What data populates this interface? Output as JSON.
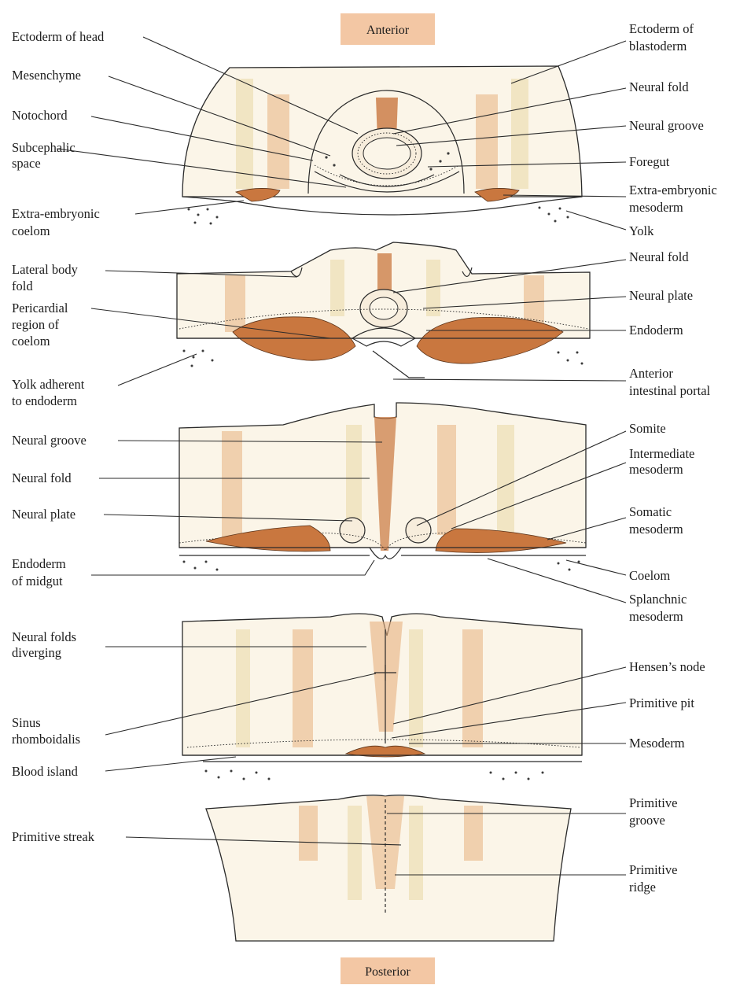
{
  "orientation": {
    "top": "Anterior",
    "bottom": "Posterior"
  },
  "panels": [
    {
      "left": [
        {
          "lines": [
            "Ectoderm of head"
          ]
        },
        {
          "lines": [
            "Mesenchyme"
          ]
        },
        {
          "lines": [
            "Notochord"
          ]
        },
        {
          "lines": [
            "Subcephalic",
            "space"
          ]
        },
        {
          "lines": [
            "Extra-embryonic",
            "coelom"
          ]
        }
      ],
      "right": [
        {
          "lines": [
            "Ectoderm of",
            "blastoderm"
          ]
        },
        {
          "lines": [
            "Neural fold"
          ]
        },
        {
          "lines": [
            "Neural groove"
          ]
        },
        {
          "lines": [
            "Foregut"
          ]
        },
        {
          "lines": [
            "Extra-embryonic",
            "mesoderm"
          ]
        },
        {
          "lines": [
            "Yolk"
          ]
        }
      ]
    },
    {
      "left": [
        {
          "lines": [
            "Lateral body",
            "fold"
          ]
        },
        {
          "lines": [
            "Pericardial",
            "region of",
            "coelom"
          ]
        },
        {
          "lines": [
            "Yolk adherent",
            "to endoderm"
          ]
        }
      ],
      "right": [
        {
          "lines": [
            "Neural fold"
          ]
        },
        {
          "lines": [
            "Neural plate"
          ]
        },
        {
          "lines": [
            "Endoderm"
          ]
        },
        {
          "lines": [
            "Anterior",
            "intestinal portal"
          ]
        }
      ]
    },
    {
      "left": [
        {
          "lines": [
            "Neural groove"
          ]
        },
        {
          "lines": [
            "Neural fold"
          ]
        },
        {
          "lines": [
            "Neural plate"
          ]
        },
        {
          "lines": [
            "Endoderm",
            "of midgut"
          ]
        }
      ],
      "right": [
        {
          "lines": [
            "Somite"
          ]
        },
        {
          "lines": [
            "Intermediate",
            "mesoderm"
          ]
        },
        {
          "lines": [
            "Somatic",
            "mesoderm"
          ]
        },
        {
          "lines": [
            "Coelom"
          ]
        },
        {
          "lines": [
            "Splanchnic",
            "mesoderm"
          ]
        }
      ]
    },
    {
      "left": [
        {
          "lines": [
            "Neural folds",
            "diverging"
          ]
        },
        {
          "lines": [
            "Sinus",
            "rhomboidalis"
          ]
        },
        {
          "lines": [
            "Blood island"
          ]
        }
      ],
      "right": [
        {
          "lines": [
            "Hensen’s node"
          ]
        },
        {
          "lines": [
            "Primitive pit"
          ]
        },
        {
          "lines": [
            "Mesoderm"
          ]
        }
      ]
    },
    {
      "left": [
        {
          "lines": [
            "Primitive streak"
          ]
        }
      ],
      "right": [
        {
          "lines": [
            "Primitive",
            "groove"
          ]
        },
        {
          "lines": [
            "Primitive",
            "ridge"
          ]
        }
      ]
    }
  ]
}
